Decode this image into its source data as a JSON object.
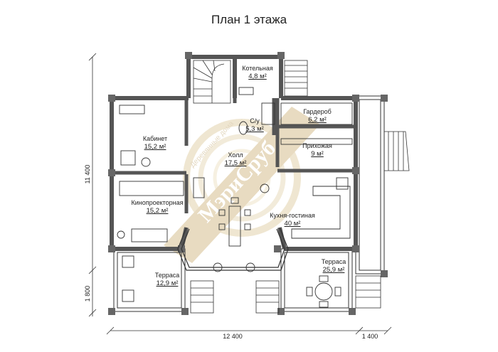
{
  "title": "План 1 этажа",
  "rooms": {
    "boiler": {
      "name": "Котельная",
      "area": "4,8 м²"
    },
    "bath": {
      "name": "С/у",
      "area": "5,3 м²"
    },
    "wardrobe": {
      "name": "Гардероб",
      "area": "6,2 м²"
    },
    "office": {
      "name": "Кабинет",
      "area": "15,2 м²"
    },
    "hall": {
      "name": "Холл",
      "area": "17,5 м²"
    },
    "entry": {
      "name": "Прихожая",
      "area": "9 м²"
    },
    "cinema": {
      "name": "Кинопроекторная",
      "area": "15,2 м²"
    },
    "kitchen": {
      "name": "Кухня-гостиная",
      "area": "40 м²"
    },
    "terrace_left": {
      "name": "Терраса",
      "area": "12,9 м²"
    },
    "terrace_right": {
      "name": "Терраса",
      "area": "25,9 м²"
    }
  },
  "dimensions": {
    "height_total": "11 400",
    "height_terrace": "1 800",
    "width_total": "12 400",
    "width_porch": "1 400"
  },
  "watermark": {
    "brand": "МэриСруб",
    "tagline": "Деревянные дома"
  },
  "colors": {
    "wall": "#555555",
    "line": "#333333",
    "watermark": "#d8c39a"
  }
}
